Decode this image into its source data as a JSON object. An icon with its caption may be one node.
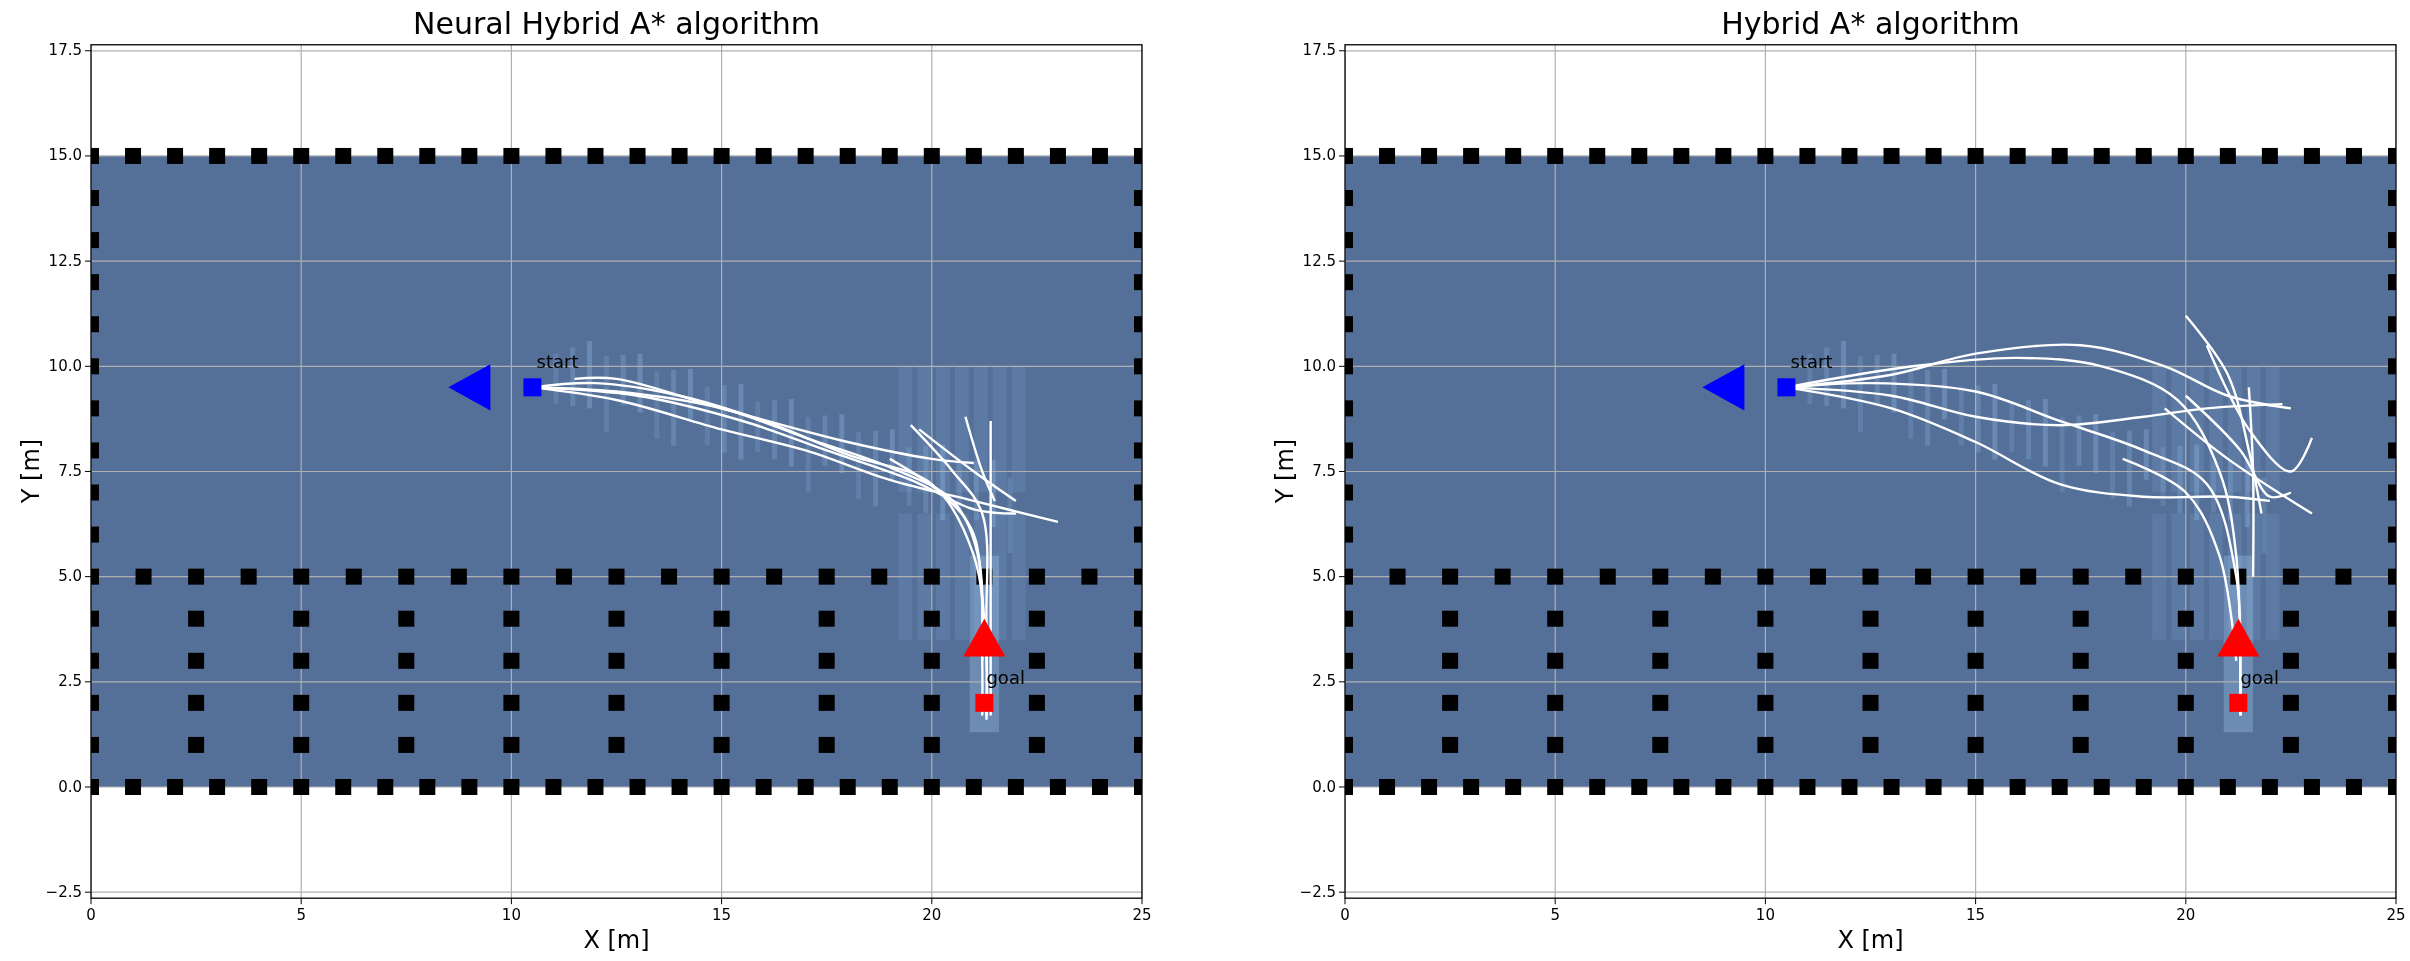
{
  "diagram": {
    "labels": [
      "Neural Hybrid A* algorithm",
      "17.5",
      "15.0",
      "12.5",
      "10.0",
      "7.5",
      "5.0",
      "2.5",
      "0.0",
      "−2.5",
      "0",
      "5",
      "10",
      "15",
      "20",
      "25",
      "X [m]",
      "Y [m]",
      "start",
      "goal",
      "Hybrid A* algorithm",
      "17.5",
      "15.0",
      "12.5",
      "10.0",
      "7.5",
      "5.0",
      "2.5",
      "0.0",
      "−2.5",
      "0",
      "5",
      "10",
      "15",
      "20",
      "25",
      "X [m]",
      "Y [m]",
      "start",
      "goal"
    ]
  }
}
